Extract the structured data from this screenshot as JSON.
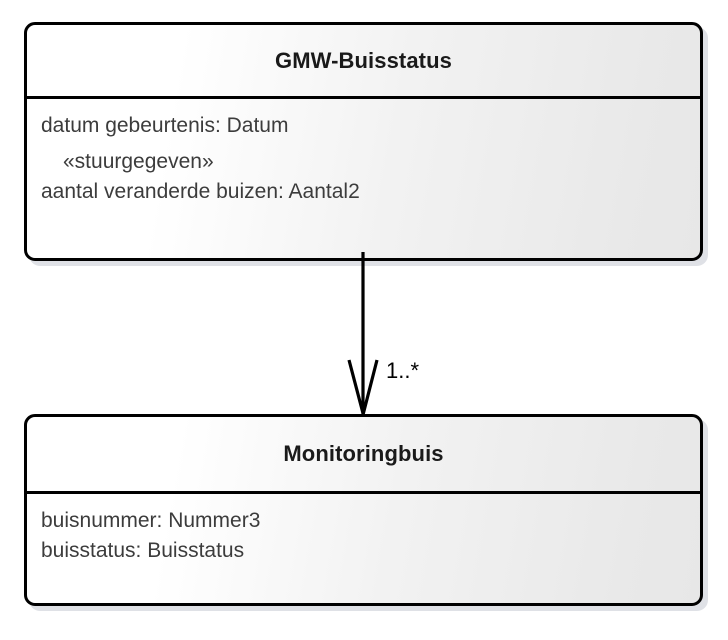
{
  "diagram": {
    "type": "uml-class-diagram",
    "language": "nl",
    "background_color": "#ffffff",
    "border_color": "#000000",
    "fill_gradient": [
      "#ffffff",
      "#e7e7e7"
    ],
    "shadow_color": "#c5c9d2"
  },
  "classes": [
    {
      "id": "gmw-buisstatus",
      "name": "GMW-Buisstatus",
      "attributes": [
        {
          "text": "datum gebeurtenis: Datum",
          "kind": "attribute"
        },
        {
          "text": "«stuurgegeven»",
          "kind": "stereotype"
        },
        {
          "text": "aantal veranderde buizen: Aantal2",
          "kind": "attribute"
        }
      ]
    },
    {
      "id": "monitoringbuis",
      "name": "Monitoringbuis",
      "attributes": [
        {
          "text": "buisnummer: Nummer3",
          "kind": "attribute"
        },
        {
          "text": "buisstatus: Buisstatus",
          "kind": "attribute"
        }
      ]
    }
  ],
  "relationship": {
    "kind": "association",
    "arrowhead": "open",
    "direction": "down",
    "source": "GMW-Buisstatus",
    "target": "Monitoringbuis",
    "multiplicity_target": "1..*"
  }
}
